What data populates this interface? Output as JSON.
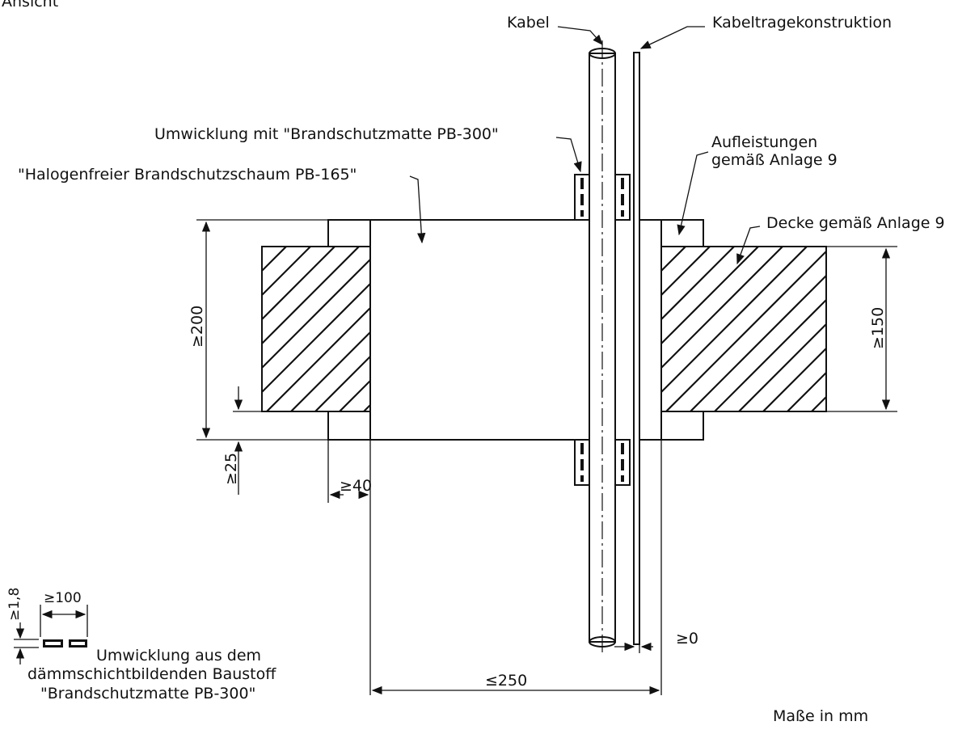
{
  "corner_text": "Ansicht",
  "labels": {
    "kabel": "Kabel",
    "kabeltrage": "Kabeltragekonstruktion",
    "umwicklung": "Umwicklung mit \"Brandschutzmatte PB-300\"",
    "schaum": "\"Halogenfreier Brandschutzschaum PB-165\"",
    "aufleistungen_1": "Aufleistungen",
    "aufleistungen_2": "gemäß Anlage 9",
    "decke": "Decke gemäß Anlage 9",
    "legend_1": "Umwicklung aus dem",
    "legend_2": "dämmschichtbildenden Baustoff",
    "legend_3": "\"Brandschutzmatte PB-300\"",
    "units": "Maße in mm"
  },
  "dimensions": {
    "d200": "≥200",
    "d150": "≥150",
    "d25": "≥25",
    "d40": "≥40",
    "d250": "≤250",
    "d0": "≥0",
    "d100": "≥100",
    "d18": "≥1,8"
  }
}
